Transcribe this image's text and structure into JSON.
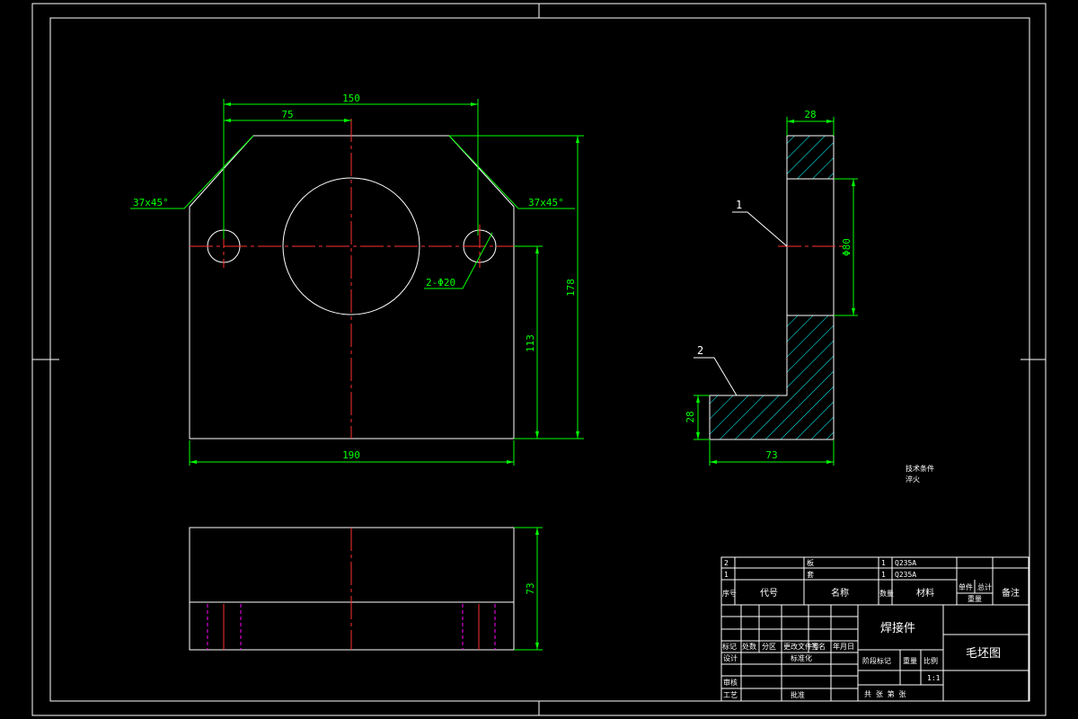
{
  "dimensions": {
    "top_width": "150",
    "half_width": "75",
    "chamfer_left": "37x45°",
    "chamfer_right": "37x45°",
    "holes": "2-Φ20",
    "height_total": "178",
    "height_center": "113",
    "base_width": "190",
    "thickness_top": "28",
    "bore": "Φ80",
    "flange_height": "28",
    "flange_width": "73",
    "bottom_height": "73"
  },
  "leaders": {
    "part1": "1",
    "part2": "2"
  },
  "notes": {
    "line1": "技术条件",
    "line2": "淬火"
  },
  "title_block": {
    "parts_rows": [
      {
        "no": "2",
        "name": "板",
        "qty": "1",
        "material": "Q235A"
      },
      {
        "no": "1",
        "name": "套",
        "qty": "1",
        "material": "Q235A"
      }
    ],
    "header": {
      "no": "序号",
      "code": "代号",
      "name": "名称",
      "qty": "数量",
      "material": "材料",
      "single": "单件",
      "total": "总计",
      "weight": "重量",
      "remarks": "备注"
    },
    "part_name": "焊接件",
    "drawing_title": "毛坯图",
    "rev_row": [
      "标记",
      "处数",
      "分区",
      "更改文件号",
      "签名",
      "年月日"
    ],
    "design": "设计",
    "standardize": "标准化",
    "stage_marks": "阶段标记",
    "weight_label": "重量",
    "scale_label": "比例",
    "scale": "1:1",
    "review": "审核",
    "process": "工艺",
    "approve": "批准",
    "sheets": "共 张 第 张"
  }
}
